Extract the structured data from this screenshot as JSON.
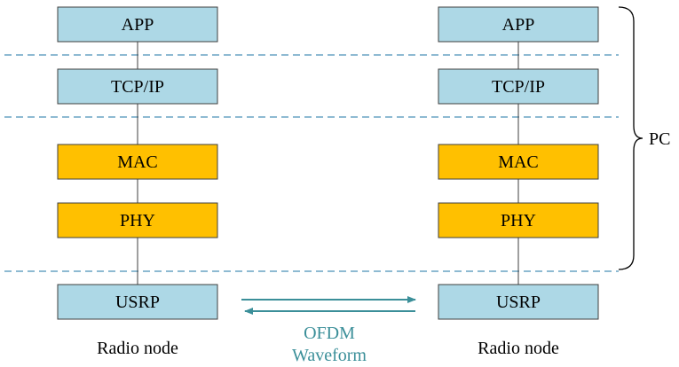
{
  "colors": {
    "host_layer_fill": "#add8e6",
    "radio_layer_fill": "#ffc000",
    "box_stroke": "#3f3f3f",
    "separator": "#4a90b8",
    "link_color": "#3b8f99"
  },
  "nodes": [
    {
      "layers": {
        "app": "APP",
        "tcpip": "TCP/IP",
        "mac": "MAC",
        "phy": "PHY",
        "usrp": "USRP"
      },
      "label": "Radio node"
    },
    {
      "layers": {
        "app": "APP",
        "tcpip": "TCP/IP",
        "mac": "MAC",
        "phy": "PHY",
        "usrp": "USRP"
      },
      "label": "Radio node"
    }
  ],
  "pc_brace_label": "PC",
  "link": {
    "line1": "OFDM",
    "line2": "Waveform"
  }
}
